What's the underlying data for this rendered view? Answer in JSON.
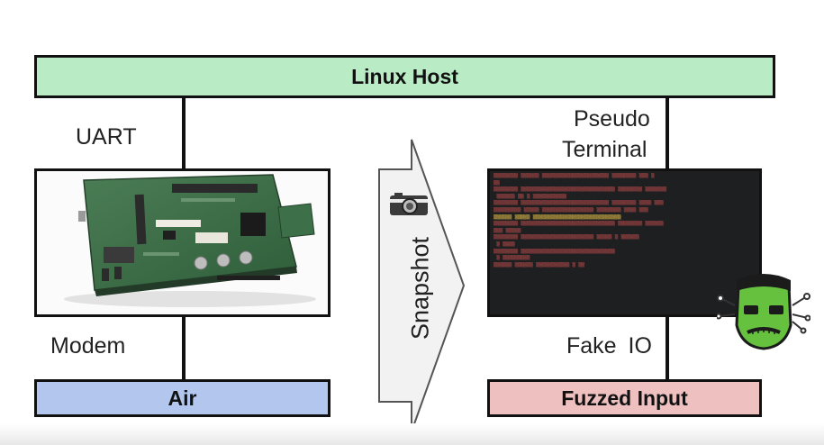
{
  "diagram": {
    "host_label": "Linux Host",
    "air_label": "Air",
    "fuzzed_label": "Fuzzed Input",
    "uart_label": "UART",
    "modem_label": "Modem",
    "pseudo_label": "Pseudo",
    "terminal_label": "Terminal",
    "fake_io_label": "Fake IO",
    "snapshot_label": "Snapshot",
    "camera_icon": "camera-icon",
    "board_image": "dev-board-image",
    "monster_icon": "frankenstein-monster-icon"
  },
  "colors": {
    "host_fill": "#b9ecc5",
    "air_fill": "#b3c7ee",
    "fuzzed_fill": "#eec0c0",
    "terminal_bg": "#1e1f21",
    "terminal_text": "#b94b4b",
    "terminal_highlight": "#e4c04a"
  }
}
